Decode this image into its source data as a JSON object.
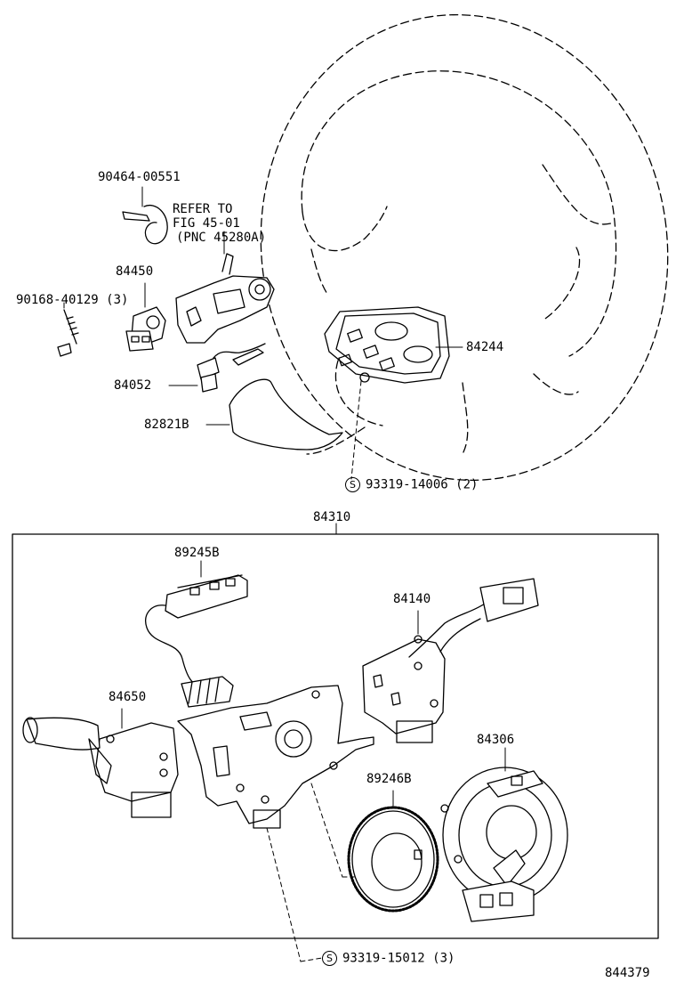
{
  "labels": {
    "p90464": "90464-00551",
    "refer1": "REFER TO",
    "refer2": "FIG 45-01",
    "refer3": "(PNC 45280A)",
    "p84450": "84450",
    "p90168": "90168-40129 (3)",
    "p84052": "84052",
    "p82821b": "82821B",
    "p84244": "84244",
    "p93319a": "93319-14006 (2)",
    "p84310": "84310",
    "p89245b": "89245B",
    "p84140": "84140",
    "p84650": "84650",
    "p84306": "84306",
    "p89246b": "89246B",
    "p93319b": "93319-15012 (3)",
    "circle_s": "S",
    "diagram_id": "844379"
  }
}
